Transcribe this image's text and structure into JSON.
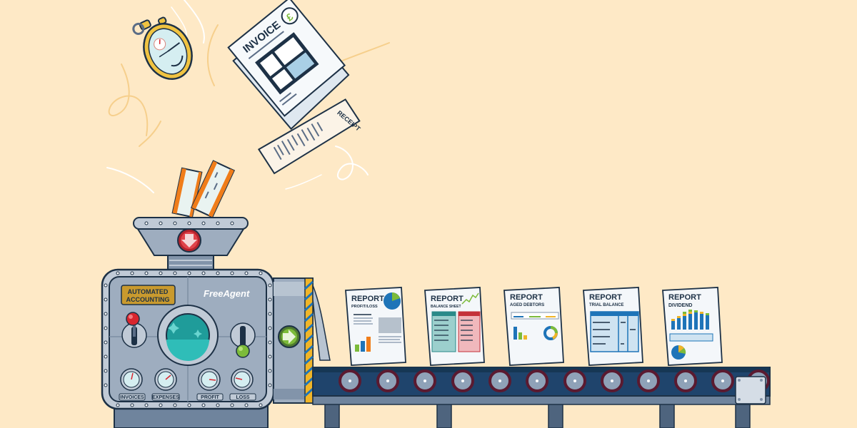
{
  "scene": {
    "background": "#fee9c6",
    "description": "Automated accounting machine turning invoices and receipts into reports on a conveyor belt"
  },
  "machine": {
    "plate_label_line1": "AUTOMATED",
    "plate_label_line2": "ACCOUNTING",
    "brand": "FreeAgent",
    "gauges": [
      {
        "label": "INVOICES"
      },
      {
        "label": "EXPENSES"
      },
      {
        "label": "PROFIT"
      },
      {
        "label": "LOSS"
      }
    ],
    "colors": {
      "body": "#9eadbf",
      "dark": "#1d3146",
      "window": "#2fbdb8",
      "knob_red": "#d8252e",
      "knob_green": "#7cbb3a",
      "plate": "#c99a2e"
    }
  },
  "flying_items": {
    "invoice_title": "INVOICE",
    "receipt_title": "RECEIPT",
    "currency_symbol": "£"
  },
  "reports": [
    {
      "title": "REPORT",
      "subtitle": "PROFIT/LOSS"
    },
    {
      "title": "REPORT",
      "subtitle": "BALANCE SHEET"
    },
    {
      "title": "REPORT",
      "subtitle": "AGED DEBTORS"
    },
    {
      "title": "REPORT",
      "subtitle": "TRIAL BALANCE"
    },
    {
      "title": "REPORT",
      "subtitle": "DIVIDEND"
    }
  ],
  "conveyor": {
    "belt_color": "#1f446c",
    "roller_rim": "#5a1a30",
    "leg_color": "#4e647e"
  }
}
